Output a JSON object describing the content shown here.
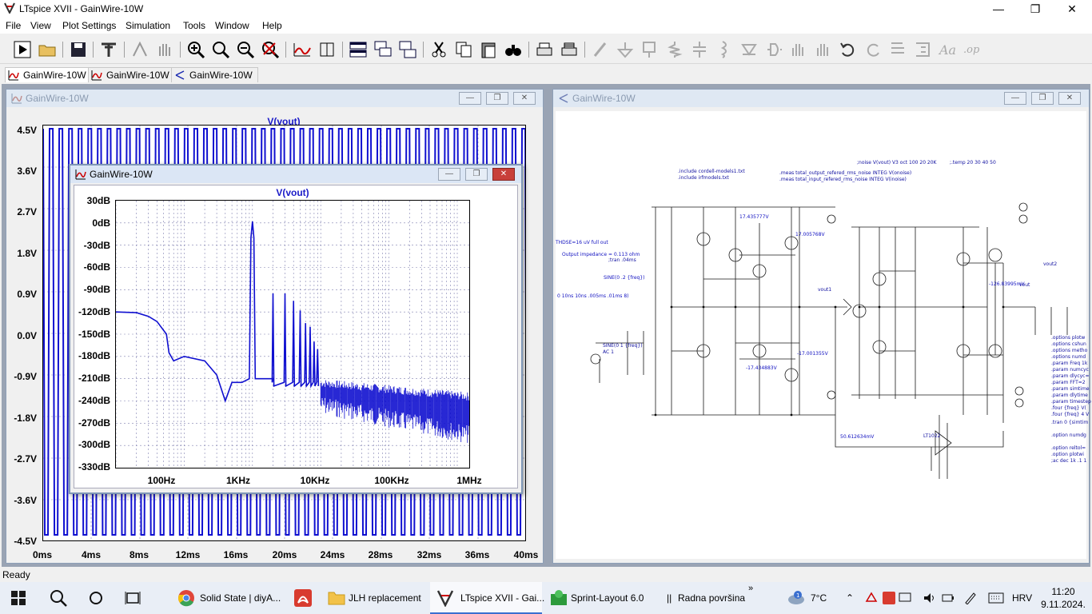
{
  "window": {
    "title": "LTspice XVII - GainWire-10W"
  },
  "menu": [
    "File",
    "View",
    "Plot Settings",
    "Simulation",
    "Tools",
    "Window",
    "Help"
  ],
  "tabs": [
    "GainWire-10W",
    "GainWire-10W",
    "GainWire-10W"
  ],
  "outer_plot": {
    "window_title": "GainWire-10W",
    "trace": "V(vout)",
    "y_ticks": [
      "4.5V",
      "3.6V",
      "2.7V",
      "1.8V",
      "0.9V",
      "0.0V",
      "-0.9V",
      "-1.8V",
      "-2.7V",
      "-3.6V",
      "-4.5V"
    ],
    "x_ticks": [
      "0ms",
      "4ms",
      "8ms",
      "12ms",
      "16ms",
      "20ms",
      "24ms",
      "28ms",
      "32ms",
      "36ms",
      "40ms"
    ]
  },
  "inner_plot": {
    "window_title": "GainWire-10W",
    "trace": "V(vout)",
    "y_ticks": [
      "30dB",
      "0dB",
      "-30dB",
      "-60dB",
      "-90dB",
      "-120dB",
      "-150dB",
      "-180dB",
      "-210dB",
      "-240dB",
      "-270dB",
      "-300dB",
      "-330dB"
    ],
    "x_ticks": [
      "100Hz",
      "1KHz",
      "10KHz",
      "100KHz",
      "1MHz"
    ]
  },
  "schematic": {
    "window_title": "GainWire-10W",
    "texts": [
      ".include cordell-models1.txt",
      ".include irfmodels.txt",
      ";noise V(vout) V3 oct 100 20 20K",
      ";.temp 20 30 40 50",
      ".meas total_output_refered_rms_noise INTEG V(onoise)",
      ".meas total_input_refered_rms_noise INTEG V(inoise)",
      "THDSE=16 uV full out",
      "Output impedance = 0.113 ohm",
      ";tran .04ms",
      "SINE(0 .2 {freq})",
      "0 10ns 10ns .005ms .01ms 8)",
      "SINE(0 1 {freq})",
      "AC 1",
      "17.435777V",
      "17.005768V",
      "-17.434883V",
      "-17.001355V",
      "-126.83995mV",
      "50.612634mV",
      "LT1022",
      "vout1",
      "vout",
      "vout2",
      ".options plotw",
      ".options cshun",
      ".options metho",
      ".options numd",
      ".param Freq 1k",
      ".param numcyc",
      ".param dlycyc=",
      ".param FFT=2",
      ".param simtime",
      ".param dlytime",
      ".param timestep",
      ".four {freq} V(",
      ".four {freq} 4 V",
      ".tran 0 {simtim",
      ".option numdg",
      ".option reltol=",
      ".option plotwi",
      ";ac dec 1k .1 1"
    ]
  },
  "status": "Ready",
  "taskbar": {
    "items": [
      "Solid State | diyA...",
      "JLH replacement",
      "LTspice XVII - Gai...",
      "Sprint-Layout 6.0",
      "Radna površina"
    ],
    "temperature": "7°C",
    "language": "HRV",
    "time": "11:20",
    "date": "9.11.2024."
  },
  "colors": {
    "trace": "#1010d0",
    "accent": "#3a6fd0"
  }
}
